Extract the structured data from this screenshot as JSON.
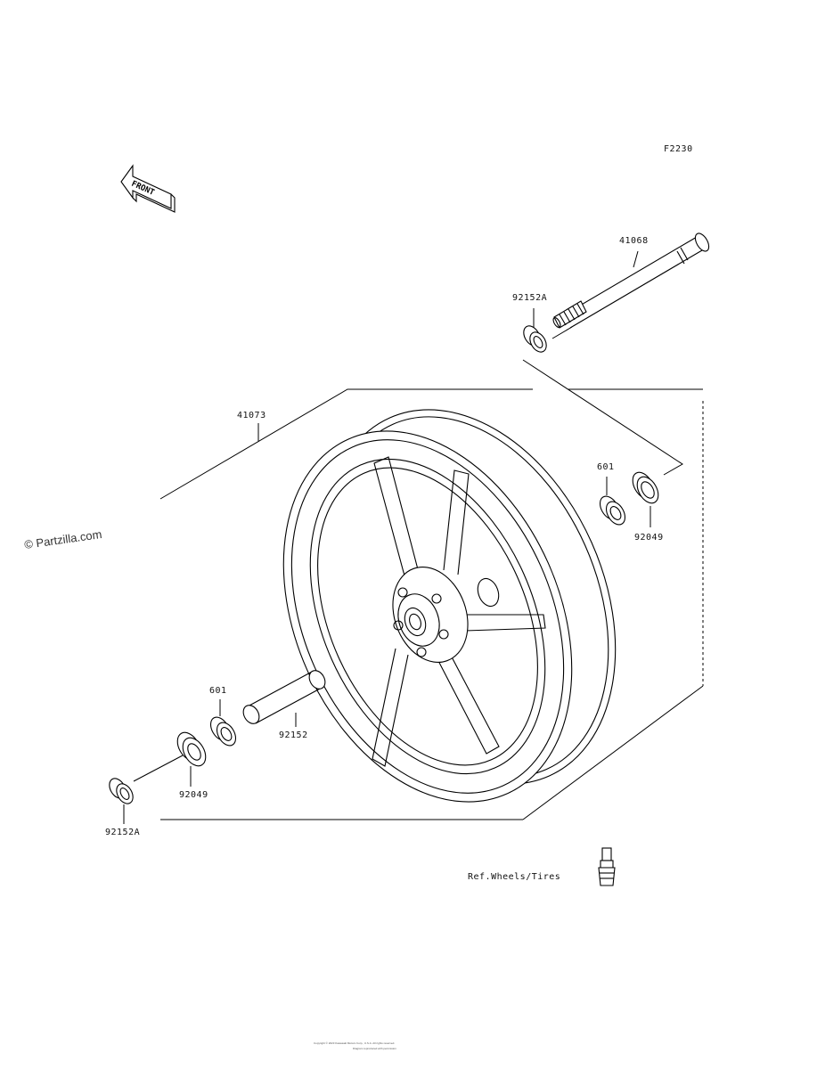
{
  "figure_code": "F2230",
  "front_badge": "FRONT",
  "watermark": "© Partzilla.com",
  "parts": {
    "axle": "41068",
    "collar_top": "92152A",
    "wheel": "41073",
    "bearing_right": "601",
    "seal_right": "92049",
    "bearing_left": "601",
    "spacer": "92152",
    "seal_left": "92049",
    "collar_bottom": "92152A"
  },
  "reference": "Ref.Wheels/Tires",
  "footer": {
    "line1": "Copyright © 2023 Kawasaki Motors Corp., U.S.A. All rights reserved.",
    "line2": "Diagram reproduced with permission"
  }
}
